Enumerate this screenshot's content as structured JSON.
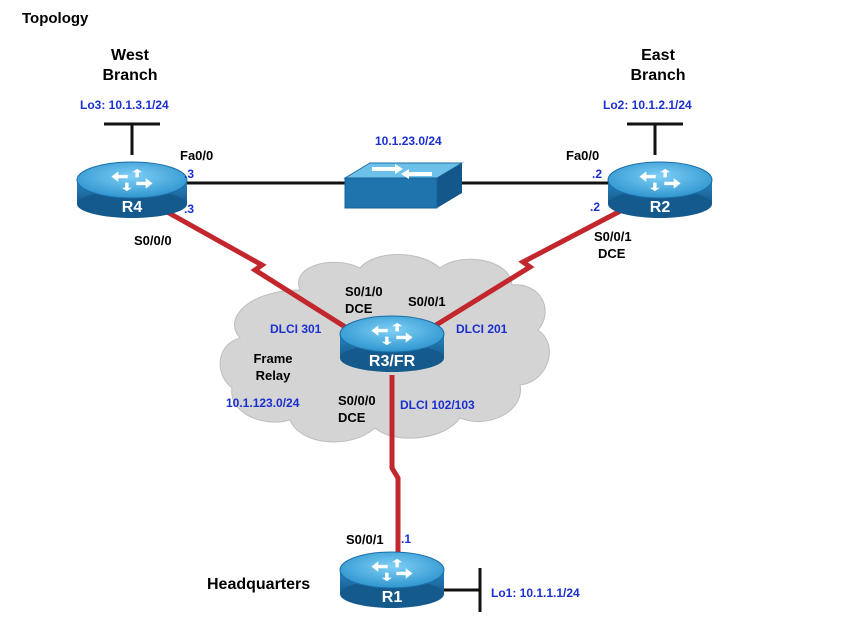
{
  "title": "Topology",
  "sites": {
    "west": "West\nBranch",
    "east": "East\nBranch",
    "hq": "Headquarters"
  },
  "routers": {
    "r4": "R4",
    "r2": "R2",
    "r3": "R3/FR",
    "r1": "R1"
  },
  "loopbacks": {
    "lo3": "Lo3: 10.1.3.1/24",
    "lo2": "Lo2: 10.1.2.1/24",
    "lo1": "Lo1: 10.1.1.1/24"
  },
  "lan": {
    "subnet": "10.1.23.0/24",
    "r4_fa_if": "Fa0/0",
    "r4_fa_ip": ".3",
    "r2_fa_if": "Fa0/0",
    "r2_fa_ip": ".2"
  },
  "serial": {
    "r4_ip": ".3",
    "r4_if": "S0/0/0",
    "r2_ip": ".2",
    "r2_if": "S0/0/1",
    "r2_dce": "DCE",
    "r3_s010": "S0/1/0",
    "r3_s010_dce": "DCE",
    "r3_s001": "S0/0/1",
    "r3_s000": "S0/0/0",
    "r3_s000_dce": "DCE",
    "r1_if": "S0/0/1",
    "r1_ip": ".1"
  },
  "frame_relay": {
    "name": "Frame\nRelay",
    "subnet": "10.1.123.0/24",
    "dlci_r4": "DLCI 301",
    "dlci_r2": "DLCI 201",
    "dlci_r1": "DLCI 102/103"
  },
  "colors": {
    "serial_link": "#c2272d",
    "cloud": "#d4d4d4",
    "router_top": "#3aa3d8",
    "router_body": "#1a6ea8",
    "label_blue": "#1a2fd0"
  }
}
